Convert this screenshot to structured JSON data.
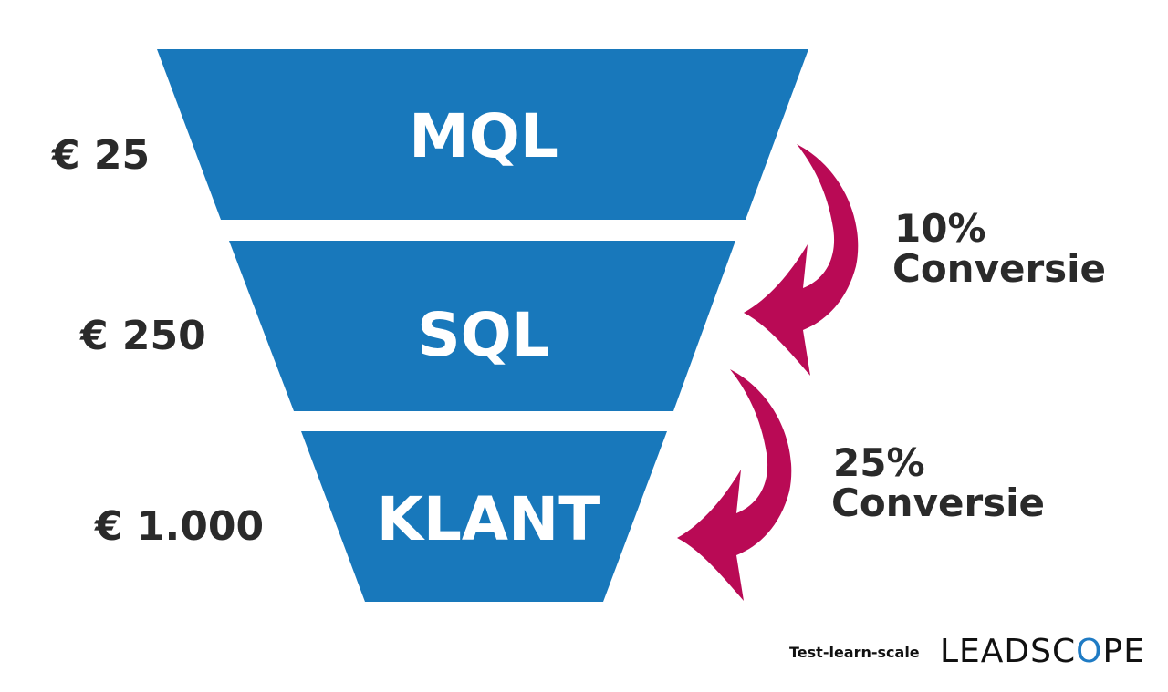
{
  "colors": {
    "funnel": "#1878bb",
    "arrow": "#b90a55",
    "text": "#2a2a2a"
  },
  "stages": [
    {
      "label": "MQL",
      "cost": "€ 25"
    },
    {
      "label": "SQL",
      "cost": "€ 250"
    },
    {
      "label": "KLANT",
      "cost": "€ 1.000"
    }
  ],
  "conversions": [
    {
      "percent": "10%",
      "label": "Conversie"
    },
    {
      "percent": "25%",
      "label": "Conversie"
    }
  ],
  "footer": {
    "tagline": "Test-learn-scale",
    "logo": {
      "pre": "LEADSC",
      "o": "O",
      "post": "PE"
    }
  }
}
